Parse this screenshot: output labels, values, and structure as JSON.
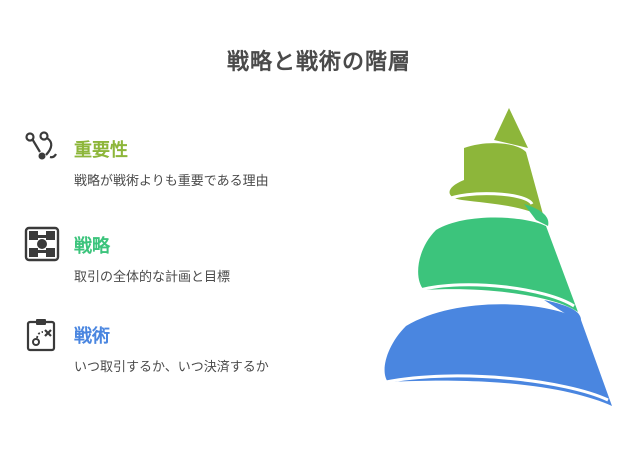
{
  "title": "戦略と戦術の階層",
  "items": [
    {
      "title": "重要性",
      "description": "戦略が戦術よりも重要である理由",
      "icon": "connected-nodes-icon",
      "color": "#8db63a"
    },
    {
      "title": "戦略",
      "description": "取引の全体的な計画と目標",
      "icon": "strategy-grid-icon",
      "color": "#3cc47c"
    },
    {
      "title": "戦術",
      "description": "いつ取引するか、いつ決済するか",
      "icon": "tactics-clipboard-icon",
      "color": "#4a86e0"
    }
  ],
  "colors": {
    "top": "#8db63a",
    "middle": "#3cc47c",
    "bottom": "#4a86e0",
    "text": "#4a4a4a"
  }
}
